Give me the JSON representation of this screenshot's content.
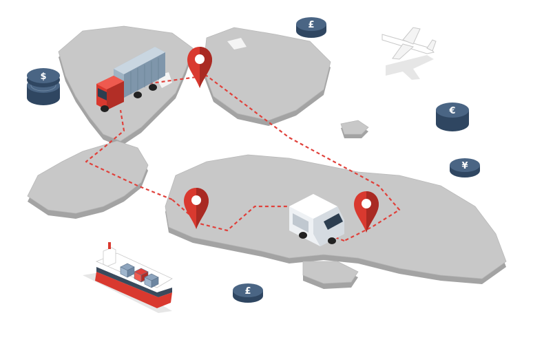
{
  "colors": {
    "land_top": "#c8c8c8",
    "land_side": "#a3a3a3",
    "route": "#e0403a",
    "pin": "#d9392f",
    "pin_dark": "#a92a23",
    "coin_top": "#4a6584",
    "coin_side": "#2f4661",
    "shadow": "#e6e6e6"
  },
  "icons": {
    "truck": "cargo-truck-icon",
    "van": "delivery-van-icon",
    "ship": "container-ship-icon",
    "plane": "airplane-icon",
    "pin": "location-pin-icon"
  },
  "coins": [
    {
      "name": "coin-stack-dollar",
      "symbol": "$"
    },
    {
      "name": "coin-stack-pound-top",
      "symbol": "£"
    },
    {
      "name": "coin-stack-euro",
      "symbol": "€"
    },
    {
      "name": "coin-yen",
      "symbol": "¥"
    },
    {
      "name": "coin-pound-bottom",
      "symbol": "£"
    }
  ]
}
